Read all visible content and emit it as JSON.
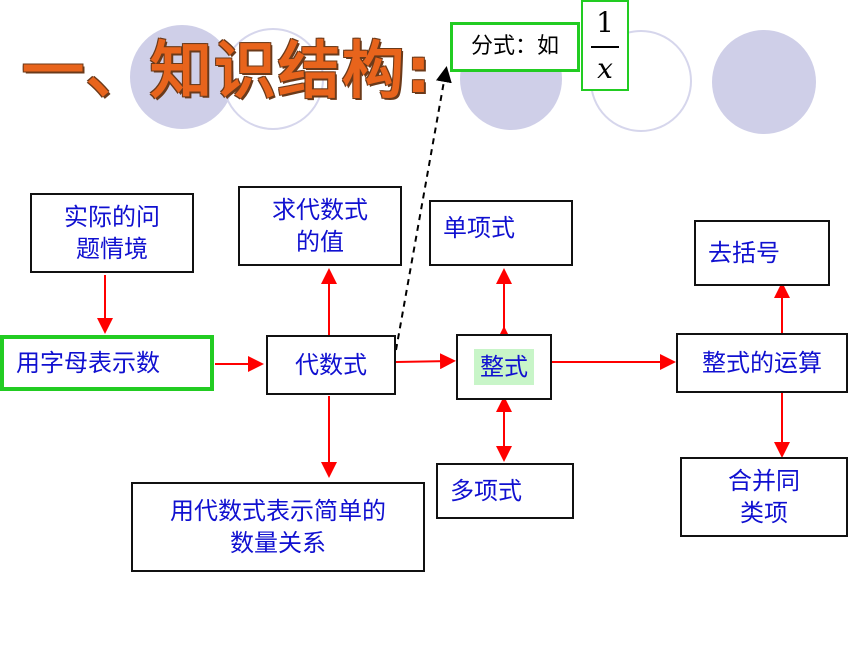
{
  "title": "一、知识结构:",
  "fraction_note": {
    "label": "分式：如",
    "numerator": "1",
    "denominator": "x"
  },
  "nodes": {
    "actual_problem": "实际的问题情境",
    "use_letters": "用字母表示数",
    "algebraic_expr": "代数式",
    "evaluate": "求代数式的值",
    "express_relations": "用代数式表示简单的数量关系",
    "integral_expr": "整式",
    "monomial": "单项式",
    "polynomial": "多项式",
    "operations": "整式的运算",
    "remove_brackets": "去括号",
    "combine_like_terms": "合并同类项"
  },
  "colors": {
    "arrow": "#ff0000",
    "text": "#1010d0",
    "highlight_border": "#22cc22",
    "title": "#e8641c"
  }
}
